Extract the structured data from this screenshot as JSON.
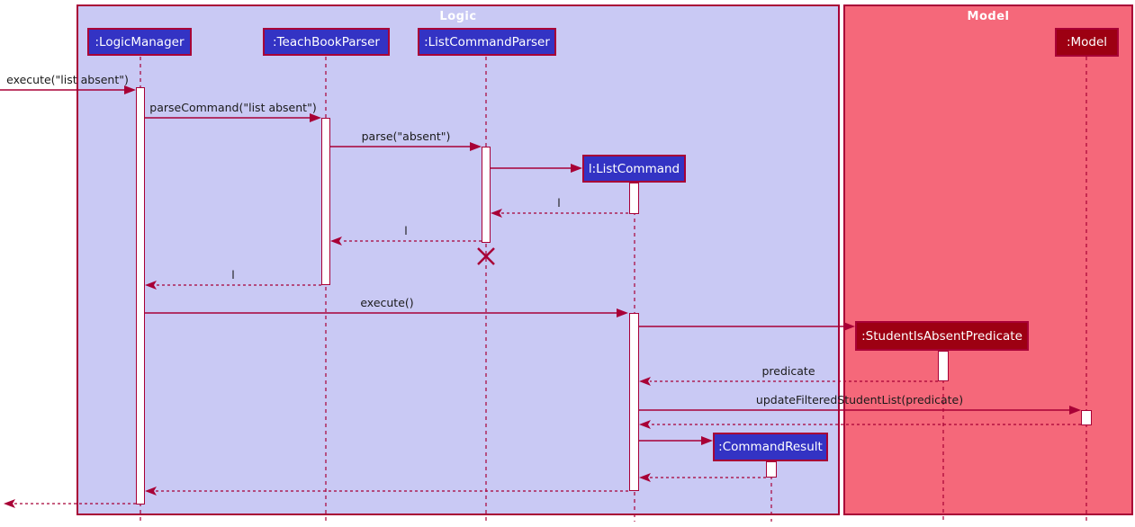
{
  "frames": {
    "logic": {
      "title": "Logic"
    },
    "model": {
      "title": "Model"
    }
  },
  "participants": {
    "logic_manager": {
      "label": ":LogicManager"
    },
    "teachbook_parser": {
      "label": ":TeachBookParser"
    },
    "list_command_parser": {
      "label": ":ListCommandParser"
    },
    "list_command": {
      "label": "l:ListCommand"
    },
    "model": {
      "label": ":Model"
    },
    "student_is_absent_predicate": {
      "label": ":StudentIsAbsentPredicate"
    },
    "command_result": {
      "label": ":CommandResult"
    }
  },
  "messages": {
    "execute_list_absent": {
      "label": "execute(\"list absent\")",
      "type": "sync"
    },
    "parse_command": {
      "label": "parseCommand(\"list absent\")",
      "type": "sync"
    },
    "parse_absent": {
      "label": "parse(\"absent\")",
      "type": "sync"
    },
    "return_l_to_list_command_parser": {
      "label": "l",
      "type": "return"
    },
    "return_l_to_teachbook_parser": {
      "label": "l",
      "type": "return"
    },
    "return_l_to_logic_manager": {
      "label": "l",
      "type": "return"
    },
    "execute": {
      "label": "execute()",
      "type": "sync"
    },
    "return_predicate": {
      "label": "predicate",
      "type": "return"
    },
    "update_filtered_student_list": {
      "label": "updateFilteredStudentList(predicate)",
      "type": "sync"
    }
  },
  "colors": {
    "line": "#A80036",
    "logic_frame_fill": "#C9C9F4",
    "model_frame_fill": "#F5687A",
    "logic_participant_fill": "#3333C4",
    "model_participant_fill": "#9D0012",
    "participant_text": "#FFFFFF",
    "message_text": "#1A1A1A",
    "activation_fill": "#FFFFFF"
  }
}
